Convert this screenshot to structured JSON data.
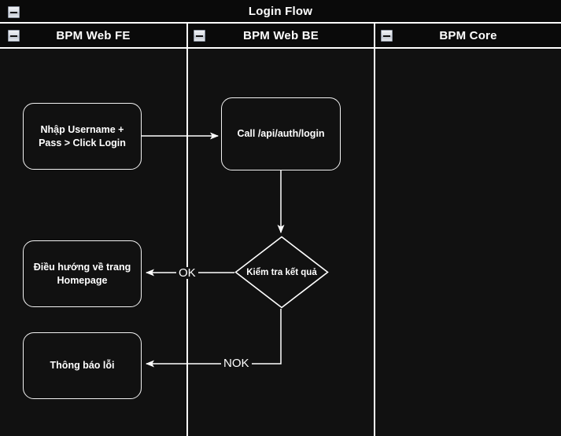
{
  "pool": {
    "title": "Login Flow",
    "collapse_icon": "minus-box-icon",
    "lanes": [
      {
        "id": "bpm-web-fe",
        "label": "BPM Web FE",
        "collapse_icon": "minus-box-icon"
      },
      {
        "id": "bpm-web-be",
        "label": "BPM Web BE",
        "collapse_icon": "minus-box-icon"
      },
      {
        "id": "bpm-core",
        "label": "BPM Core",
        "collapse_icon": "minus-box-icon"
      }
    ]
  },
  "nodes": {
    "input_credentials": {
      "label": "Nhập Username +\nPass > Click Login",
      "type": "task"
    },
    "call_login_api": {
      "label": "Call /api/auth/login",
      "type": "task"
    },
    "check_result": {
      "label": "Kiểm tra kết quả",
      "type": "gateway"
    },
    "redirect_homepage": {
      "label": "Điều hướng về trang\nHomepage",
      "type": "task"
    },
    "show_error": {
      "label": "Thông báo lỗi",
      "type": "task"
    }
  },
  "edges": {
    "ok_label": "OK",
    "nok_label": "NOK"
  },
  "colors": {
    "background": "#0d0d0d",
    "lane_body": "#111111",
    "header": "#0a0a0a",
    "stroke": "#ffffff",
    "text": "#ffffff"
  }
}
